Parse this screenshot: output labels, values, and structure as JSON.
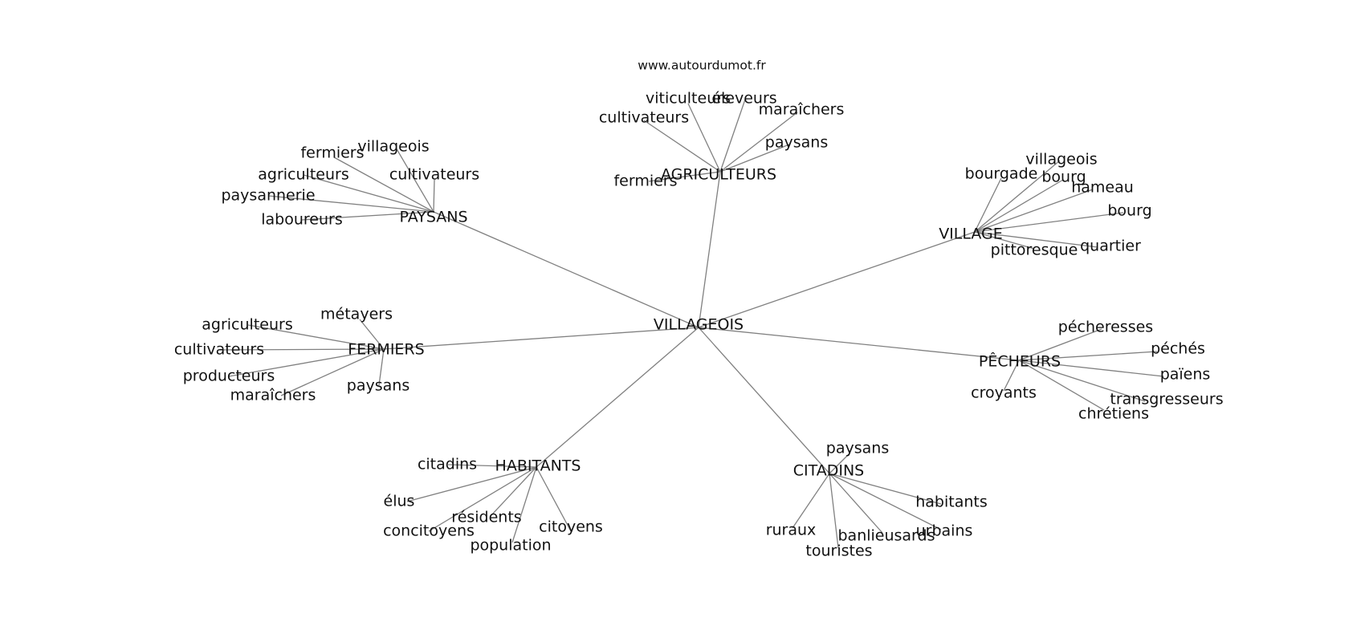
{
  "watermark": "www.autourdumot.fr",
  "graph": {
    "center": {
      "label": "VILLAGEOIS"
    },
    "hubs": [
      {
        "id": "agriculteurs",
        "label": "AGRICULTEURS",
        "leaves": [
          "viticulteurs",
          "éleveurs",
          "maraîchers",
          "cultivateurs",
          "paysans",
          "fermiers"
        ]
      },
      {
        "id": "paysans",
        "label": "PAYSANS",
        "leaves": [
          "fermiers",
          "villageois",
          "agriculteurs",
          "cultivateurs",
          "paysannerie",
          "laboureurs"
        ]
      },
      {
        "id": "village",
        "label": "VILLAGE",
        "leaves": [
          "villageois",
          "bourgade",
          "bourg",
          "hameau",
          "bourg",
          "pittoresque",
          "quartier"
        ]
      },
      {
        "id": "fermiers",
        "label": "FERMIERS",
        "leaves": [
          "métayers",
          "agriculteurs",
          "cultivateurs",
          "producteurs",
          "maraîchers",
          "paysans"
        ]
      },
      {
        "id": "pecheurs",
        "label": "PÊCHEURS",
        "leaves": [
          "pécheresses",
          "péchés",
          "païens",
          "croyants",
          "transgresseurs",
          "chrétiens"
        ]
      },
      {
        "id": "habitants",
        "label": "HABITANTS",
        "leaves": [
          "citadins",
          "élus",
          "résidents",
          "concitoyens",
          "citoyens",
          "population"
        ]
      },
      {
        "id": "citadins",
        "label": "CITADINS",
        "leaves": [
          "paysans",
          "habitants",
          "ruraux",
          "banlieusards",
          "urbains",
          "touristes"
        ]
      }
    ]
  }
}
